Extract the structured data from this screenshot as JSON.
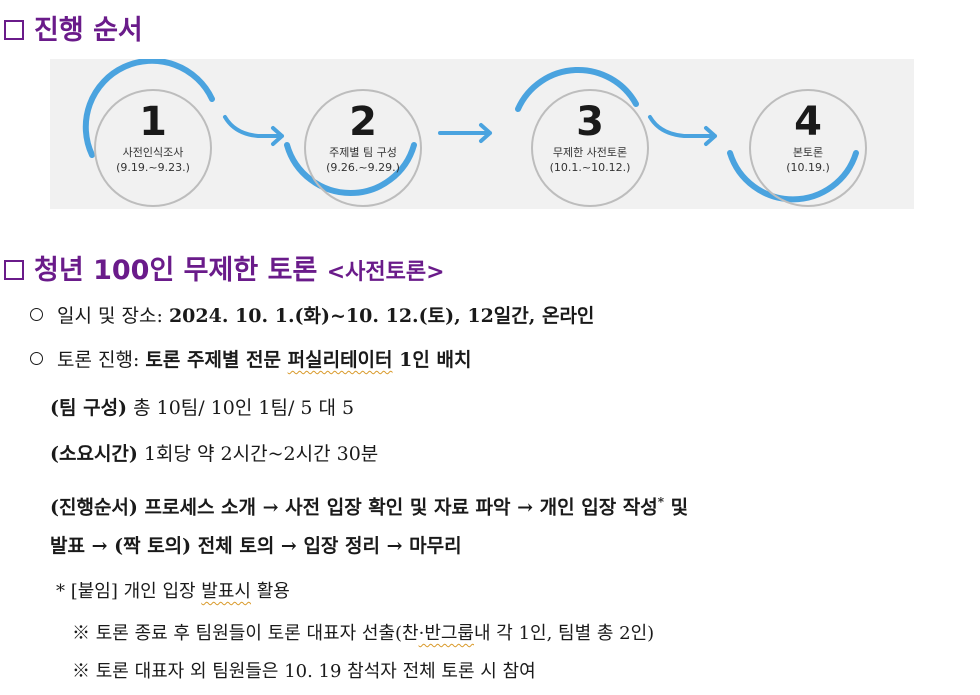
{
  "sections": {
    "process_title": "진행 순서",
    "event_title": "청년 100인 무제한 토론",
    "event_subtitle": "<사전토론>"
  },
  "steps": [
    {
      "num": "1",
      "label": "사전인식조사",
      "dates": "(9.19.~9.23.)"
    },
    {
      "num": "2",
      "label": "주제별 팀 구성",
      "dates": "(9.26.~9.29.)"
    },
    {
      "num": "3",
      "label": "무제한 사전토론",
      "dates": "(10.1.~10.12.)"
    },
    {
      "num": "4",
      "label": "본토론",
      "dates": "(10.19.)"
    }
  ],
  "colors": {
    "accent_purple": "#6a1b8a",
    "arc_blue": "#4aa3df",
    "banner_bg": "#f1f1f1"
  },
  "details": {
    "schedule_label": "일시 및 장소:",
    "schedule_value": "2024. 10. 1.(화)~10. 12.(토), 12일간, 온라인",
    "progress_label": "토론 진행:",
    "progress_value_a": "토론 주제별 전문 ",
    "progress_value_b": "퍼실리테이터",
    "progress_value_c": " 1인 배치",
    "team_label": "(팀 구성)",
    "team_value": " 총 10팀/ 10인 1팀/ 5 대 5",
    "time_label": "(소요시간)",
    "time_value": " 1회당 약 2시간~2시간 30분",
    "order_line1": "(진행순서) 프로세스 소개 → 사전 입장 확인 및 자료 파악 → 개인 입장 작성",
    "order_star": "*",
    "order_line1_end": " 및",
    "order_line2": "발표 → (짝 토의) 전체 토의 → 입장 정리 → 마무리",
    "note_a": "* [붙임] 개인 입장 ",
    "note_b": "발표시",
    "note_c": " 활용",
    "remark1_a": "※ 토론 종료 후 팀원들이 토론 대표자 선출(찬",
    "remark1_b": "·반그룹",
    "remark1_c": "내 각 1인, 팀별 총 2인)",
    "remark2": "※ 토론 대표자 외 팀원들은 10. 19 참석자 전체 토론 시 참여"
  }
}
